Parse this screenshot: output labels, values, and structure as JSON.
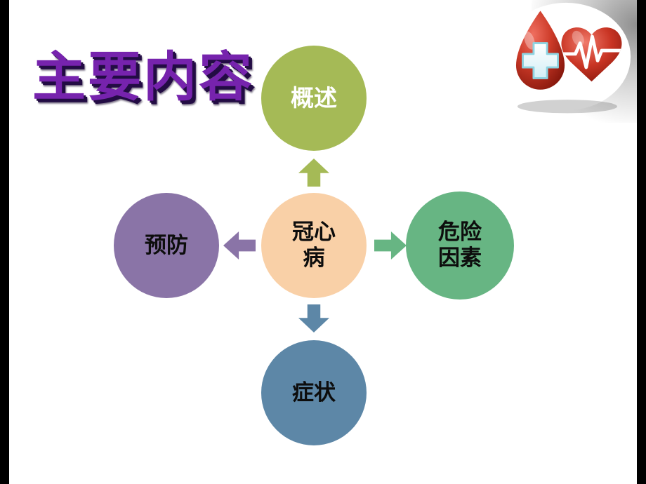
{
  "slide": {
    "title": "主要内容"
  },
  "diagram": {
    "center": {
      "line1": "冠心",
      "line2": "病"
    },
    "top": {
      "label": "概述"
    },
    "right": {
      "line1": "危险",
      "line2": "因素"
    },
    "left": {
      "label": "预防"
    },
    "bottom": {
      "label": "症状"
    }
  },
  "icons": {
    "logo": "heart-medical-cross-illustration",
    "arrows": [
      "arrow-up",
      "arrow-right",
      "arrow-left",
      "arrow-down"
    ]
  },
  "colors": {
    "title_text": "#7623ad",
    "title_shadow": "#230c44",
    "center_circle": "#f9d0a7",
    "top_circle": "#a5ba56",
    "right_circle": "#67b583",
    "left_circle": "#8a74a7",
    "bottom_circle": "#5d87a7"
  }
}
